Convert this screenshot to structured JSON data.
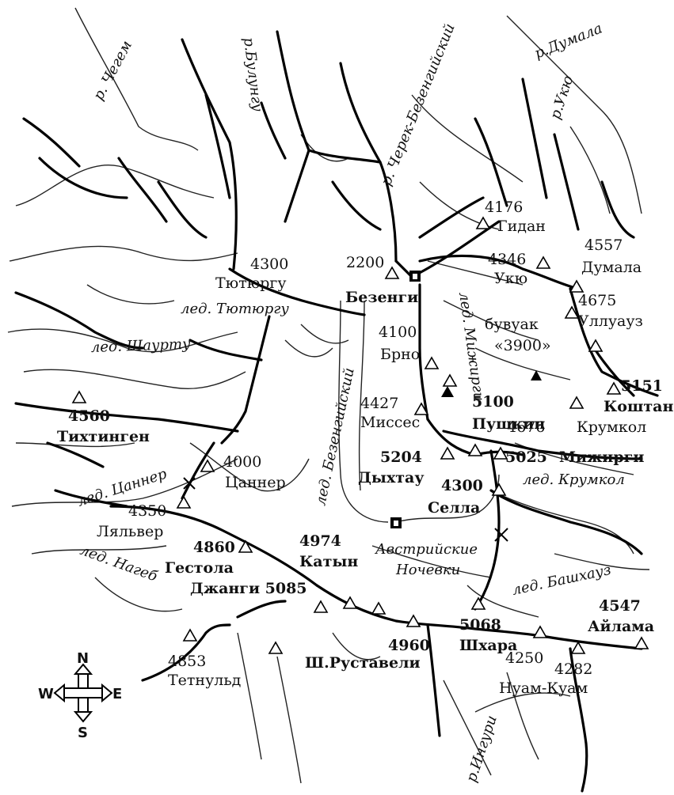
{
  "rivers": {
    "chegem": "р. Чегем",
    "bulungu": "р.Булунгу",
    "cherek": "р. Черек-Безенгийский",
    "dumala": "р.Думала",
    "ukyu": "р.Укю",
    "inguri": "р.Ингури"
  },
  "glaciers": {
    "tyutyurgu": "лед. Тютюргу",
    "shaurtu": "лед. Шаурту",
    "tsanner": "лед. Цаннер",
    "nageb": "лед. Нагеб",
    "bezengi": "лед. Безенгийский",
    "mizhirgi": "лед. Мижирги",
    "krumkol": "лед. Крумкол",
    "bashkhauz": "лед. Башхауз"
  },
  "peaks": {
    "tyutyurgu": {
      "height": "4300",
      "name": "Тютюргу"
    },
    "gidan": {
      "height": "4176",
      "name": "Гидан"
    },
    "ukyu": {
      "height": "4346",
      "name": "Укю"
    },
    "dumala": {
      "height": "4557",
      "name": "Думала"
    },
    "ulluauz": {
      "height": "4675",
      "name": "Уллуауз"
    },
    "brno": {
      "height": "4100",
      "name": "Брно"
    },
    "misses": {
      "height": "4427",
      "name": "Миссес"
    },
    "pushkin": {
      "height": "5100",
      "name": "Пушкин"
    },
    "koshtan": {
      "height": "5151",
      "name": "Коштан"
    },
    "krumkol": {
      "height": "4676",
      "name": "Крумкол"
    },
    "tikhtingen": {
      "height": "4560",
      "name": "Тихтинген"
    },
    "tsanner": {
      "height": "4000",
      "name": "Цаннер"
    },
    "dykhtau": {
      "height": "5204",
      "name": "Дыхтау"
    },
    "mizhirgi": {
      "height": "5025",
      "name": "Мижирги"
    },
    "lyalver": {
      "height": "4350",
      "name": "Ляльвер"
    },
    "sella": {
      "height": "4300",
      "name": "Селла"
    },
    "gestola": {
      "height": "4860",
      "name": "Гестола"
    },
    "katyn": {
      "height": "4974",
      "name": "Катын"
    },
    "dzhangi": {
      "label": "Джанги 5085"
    },
    "tetnuld": {
      "height": "4853",
      "name": "Тетнульд"
    },
    "rustaveli": {
      "height": "4960",
      "name": "Ш.Руставели"
    },
    "shkhara": {
      "height": "5068",
      "name": "Шхара"
    },
    "nuamkuam": {
      "heights": "4250",
      "height2": "4282",
      "name": "Нуам-Куам"
    },
    "ailama": {
      "height": "4547",
      "name": "Айлама"
    }
  },
  "places": {
    "bezengi": {
      "height": "2200",
      "name": "Безенги"
    },
    "bivouac": {
      "line1": "бувуак",
      "line2": "«3900»"
    },
    "austrian": {
      "line1": "Австрийские",
      "line2": "Ночевки"
    }
  },
  "compass": {
    "n": "N",
    "s": "S",
    "w": "W",
    "e": "E"
  }
}
